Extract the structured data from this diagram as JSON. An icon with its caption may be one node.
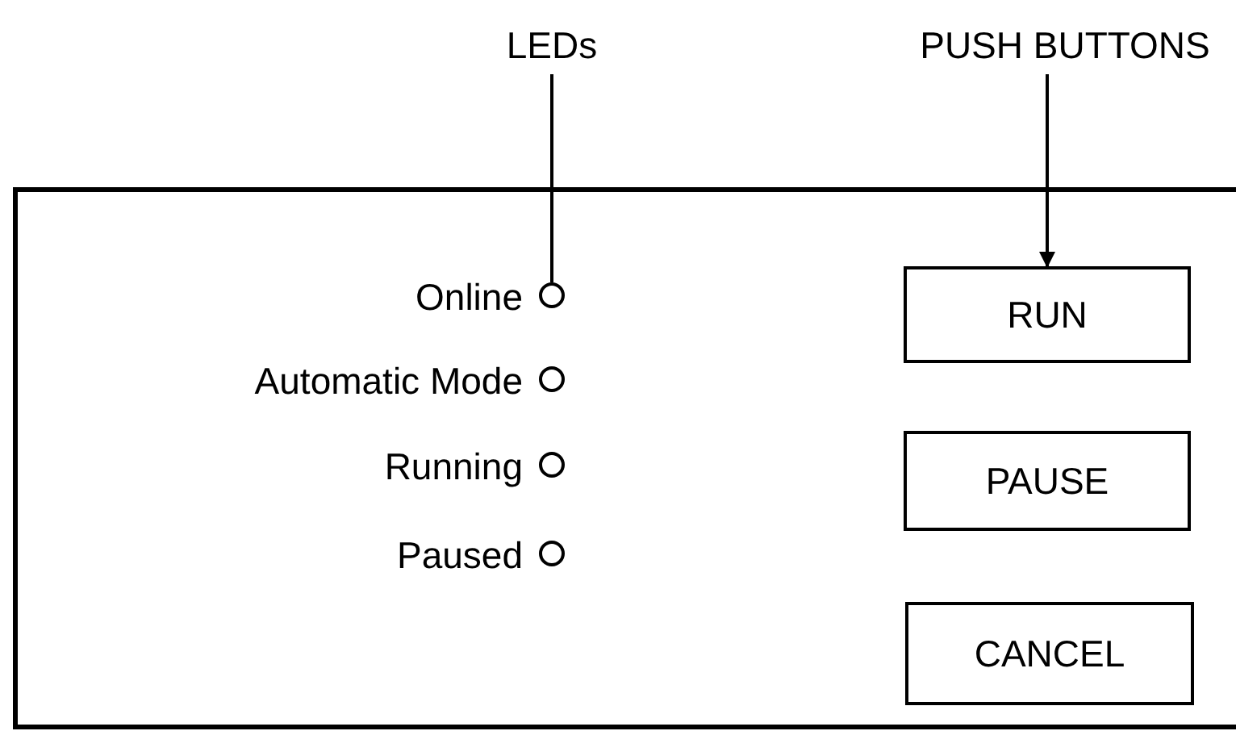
{
  "diagram": {
    "nodes": [
      {
        "text": [
          "LEDs"
        ]
      },
      {
        "text": [
          "PUSH BUTTONS"
        ]
      },
      {
        "text": [],
        "shape": "box"
      },
      {
        "text": [],
        "shape": "circle",
        "in": 2,
        "beside": [
          "Online"
        ]
      },
      {
        "text": [],
        "shape": "circle",
        "in": 2,
        "beside": [
          "Automatic Mode"
        ]
      },
      {
        "text": [],
        "shape": "circle",
        "in": 2,
        "beside": [
          "Running"
        ]
      },
      {
        "text": [],
        "shape": "circle",
        "in": 2,
        "beside": [
          "Paused"
        ]
      },
      {
        "text": [
          "RUN"
        ],
        "in": 2
      },
      {
        "text": [
          "PAUSE"
        ],
        "in": 2
      },
      {
        "text": [
          "CANCEL"
        ],
        "in": 2
      }
    ],
    "edges": [
      {
        "from": 0,
        "to": 3,
        "arrow": "none"
      },
      {
        "from": 1,
        "to": 7,
        "arrow": "to"
      }
    ]
  }
}
